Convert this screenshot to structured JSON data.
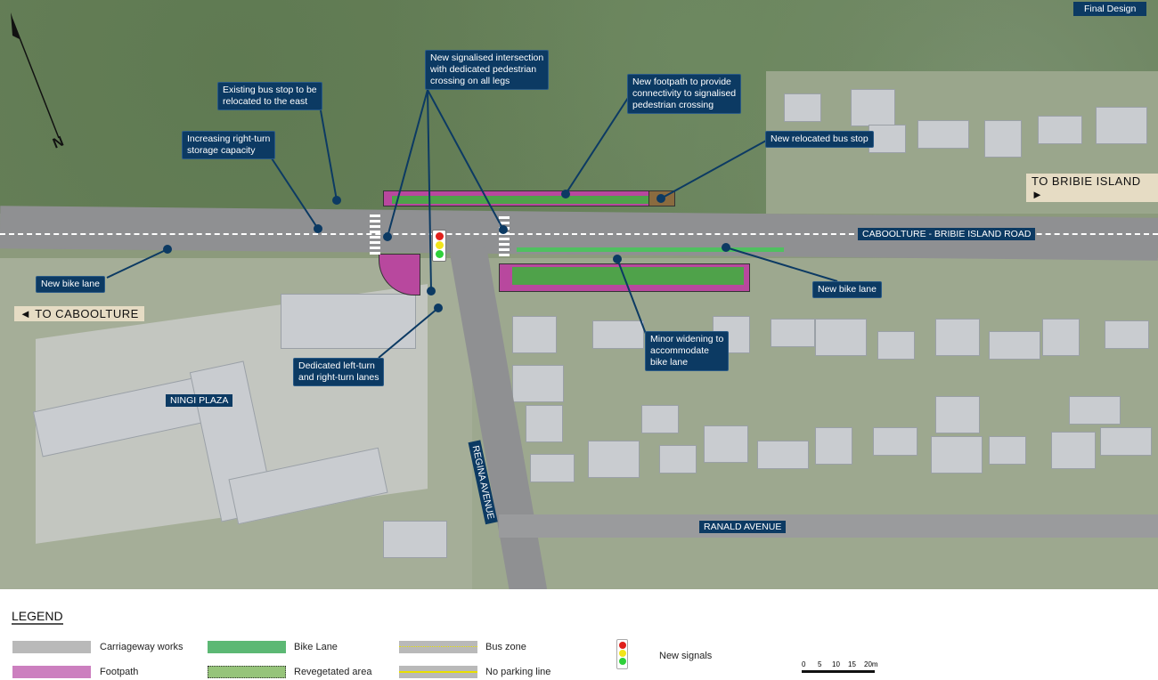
{
  "stamp": "Final Design",
  "map": {
    "north_label": "N",
    "directions": {
      "east": "TO BRIBIE ISLAND",
      "west": "TO CABOOLTURE"
    },
    "road_labels": {
      "main": "CABOOLTURE - BRIBIE ISLAND ROAD",
      "regina": "REGINA AVENUE",
      "ranald": "RANALD AVENUE"
    },
    "place_labels": {
      "plaza": "NINGI PLAZA"
    },
    "callouts": [
      {
        "id": "existing-bus-stop",
        "text": [
          "Existing bus stop to be",
          "relocated to the east"
        ]
      },
      {
        "id": "right-turn-storage",
        "text": [
          "Increasing right-turn",
          "storage capacity"
        ]
      },
      {
        "id": "signalised-intersection",
        "text": [
          "New signalised intersection",
          "with dedicated pedestrian",
          "crossing on all legs"
        ]
      },
      {
        "id": "new-footpath",
        "text": [
          "New footpath to provide",
          "connectivity to signalised",
          "pedestrian crossing"
        ]
      },
      {
        "id": "relocated-bus-stop",
        "text": [
          "New relocated bus stop"
        ]
      },
      {
        "id": "bike-lane-west",
        "text": [
          "New bike lane"
        ]
      },
      {
        "id": "bike-lane-east",
        "text": [
          "New bike lane"
        ]
      },
      {
        "id": "minor-widening",
        "text": [
          "Minor widening to",
          "accommodate",
          "bike lane"
        ]
      },
      {
        "id": "turn-lanes",
        "text": [
          "Dedicated left-turn",
          "and right-turn lanes"
        ]
      }
    ]
  },
  "legend": {
    "title": "LEGEND",
    "items": [
      {
        "label": "Carriageway works",
        "color": "#b9b9b9"
      },
      {
        "label": "Footpath",
        "color": "#cc7fbf"
      },
      {
        "label": "Bike Lane",
        "color": "#5cb874"
      },
      {
        "label": "Revegetated area",
        "color": "#96c47a"
      },
      {
        "label": "Bus zone",
        "color": "#b9b9b9"
      },
      {
        "label": "No parking line",
        "color": "#b9b9b9"
      },
      {
        "label": "New signals",
        "color": "#ffffff"
      }
    ],
    "scale": {
      "ticks": [
        "0",
        "5",
        "10",
        "15",
        "20m"
      ]
    }
  },
  "colors": {
    "callout": "#0c3a63",
    "signal_red": "#e0201c",
    "signal_yellow": "#f2e51a",
    "signal_green": "#2fd13a"
  }
}
